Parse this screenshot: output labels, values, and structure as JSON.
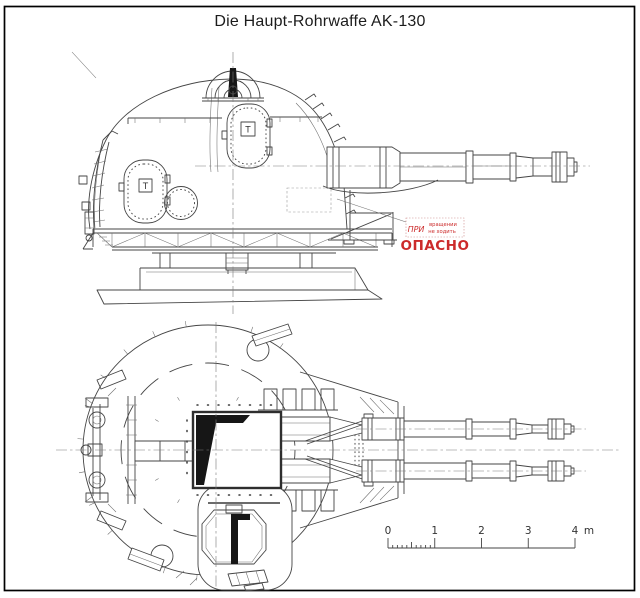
{
  "title": "Die Haupt-Rohrwaffe AK-130",
  "views": {
    "side": {
      "hatch_marks": {
        "front": "T",
        "rear": "T"
      }
    },
    "plan": {
      "description_visible_text": ""
    }
  },
  "warning_sign": {
    "prefix": "ПРИ",
    "line1": "вращении",
    "line2": "не ходить",
    "danger": "ОПАСНО"
  },
  "scale_bar": {
    "tick_labels": [
      "0",
      "1",
      "2",
      "3",
      "4"
    ],
    "unit": "m",
    "range_meters": [
      0,
      4
    ]
  },
  "colors": {
    "background": "#ffffff",
    "frame": "#000000",
    "line": "#454545",
    "warning_red": "#cc2b2b",
    "fill_black": "#161616"
  }
}
